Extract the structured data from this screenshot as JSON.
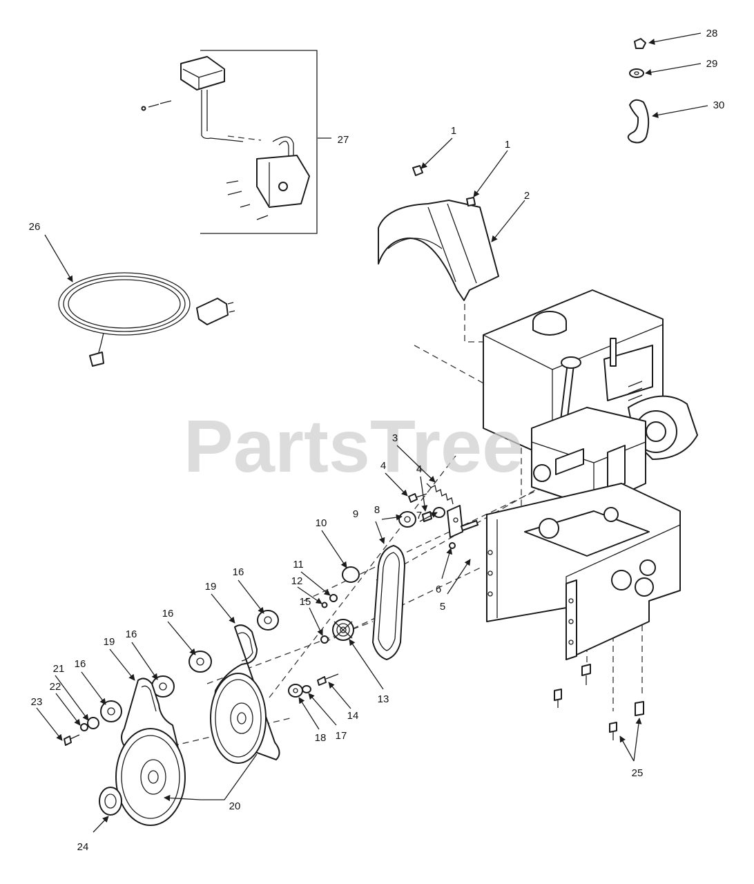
{
  "watermark": "PartsTree",
  "callouts": {
    "c1": "1",
    "c2": "2",
    "c3": "3",
    "c4": "4",
    "c5": "5",
    "c6": "6",
    "c7": "7",
    "c8": "8",
    "c9": "9",
    "c10": "10",
    "c11": "11",
    "c12": "12",
    "c13": "13",
    "c14": "14",
    "c15": "15",
    "c16": "16",
    "c17": "17",
    "c18": "18",
    "c19": "19",
    "c20": "20",
    "c21": "21",
    "c22": "22",
    "c23": "23",
    "c24": "24",
    "c25": "25",
    "c26": "26",
    "c27": "27",
    "c28": "28",
    "c29": "29",
    "c30": "30"
  }
}
